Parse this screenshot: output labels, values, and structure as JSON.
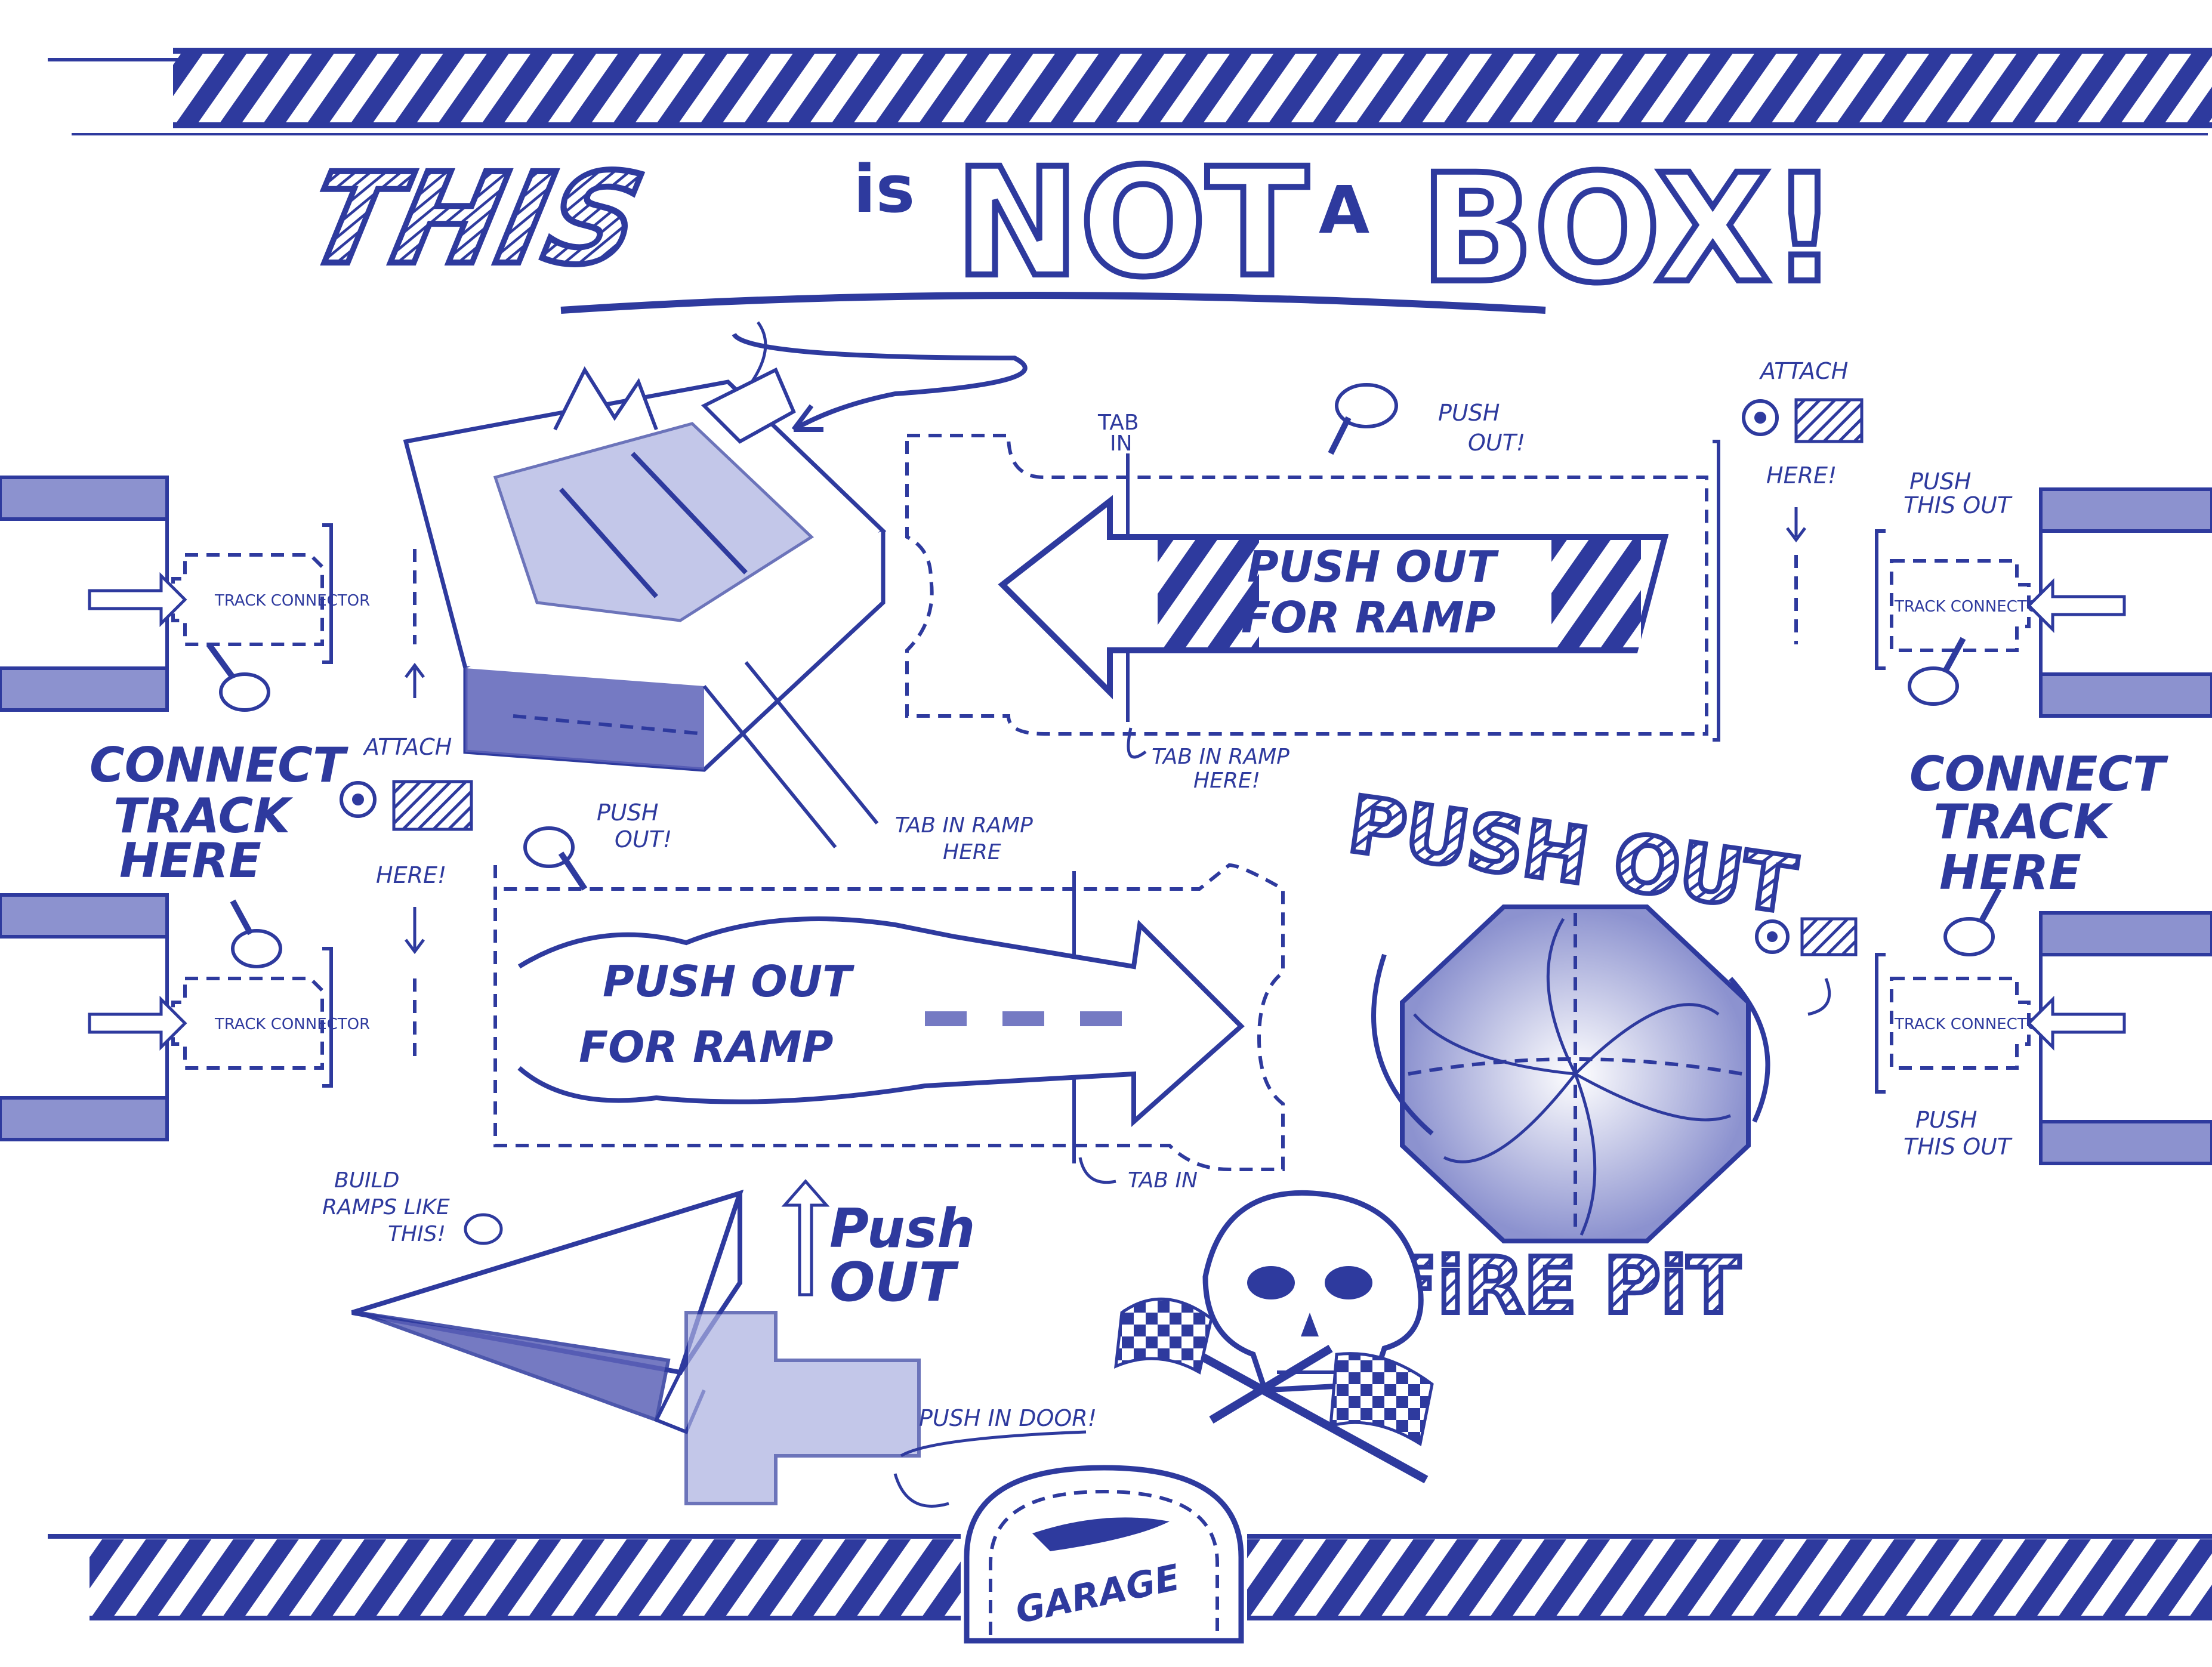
{
  "title": {
    "this": "THIS",
    "is": "is",
    "not": "NOT",
    "a": "A",
    "box": "BOX!"
  },
  "labels": {
    "track_connector": "TRACK CONNECTOR",
    "connect_track_here": [
      "CONNECT",
      "TRACK",
      "HERE"
    ],
    "push_this_out": [
      "PUSH",
      "THIS OUT"
    ],
    "attach_here_top": "ATTACH",
    "here": "HERE!",
    "push_out_top": [
      "PUSH",
      "OUT!"
    ],
    "tab_in_top": [
      "TAB",
      "IN"
    ],
    "tab_in_ramp_here_top": [
      "TAB IN RAMP",
      "HERE!"
    ],
    "push_out_mid": [
      "PUSH",
      "OUT!"
    ],
    "tab_in_ramp_here_mid": [
      "TAB IN RAMP",
      "HERE"
    ],
    "tab_in_mid": "TAB IN",
    "ramp_top": [
      "PUSH OUT",
      "FOR RAMP"
    ],
    "ramp_mid": [
      "PUSH OUT",
      "FOR RAMP"
    ],
    "push_out_circle": "PUSH OUT",
    "fire_pit": "FiRE PiT",
    "build_ramps": [
      "BUILD",
      "RAMPS LIKE",
      "THIS!"
    ],
    "push_out_big": [
      "Push",
      "OUT"
    ],
    "push_in_door": "PUSH IN DOOR!",
    "garage": "GARAGE"
  },
  "colors": {
    "ink": "#2e3a9e",
    "shade": "#5d63b8",
    "light": "#aab0e0",
    "paper": "#ffffff"
  }
}
